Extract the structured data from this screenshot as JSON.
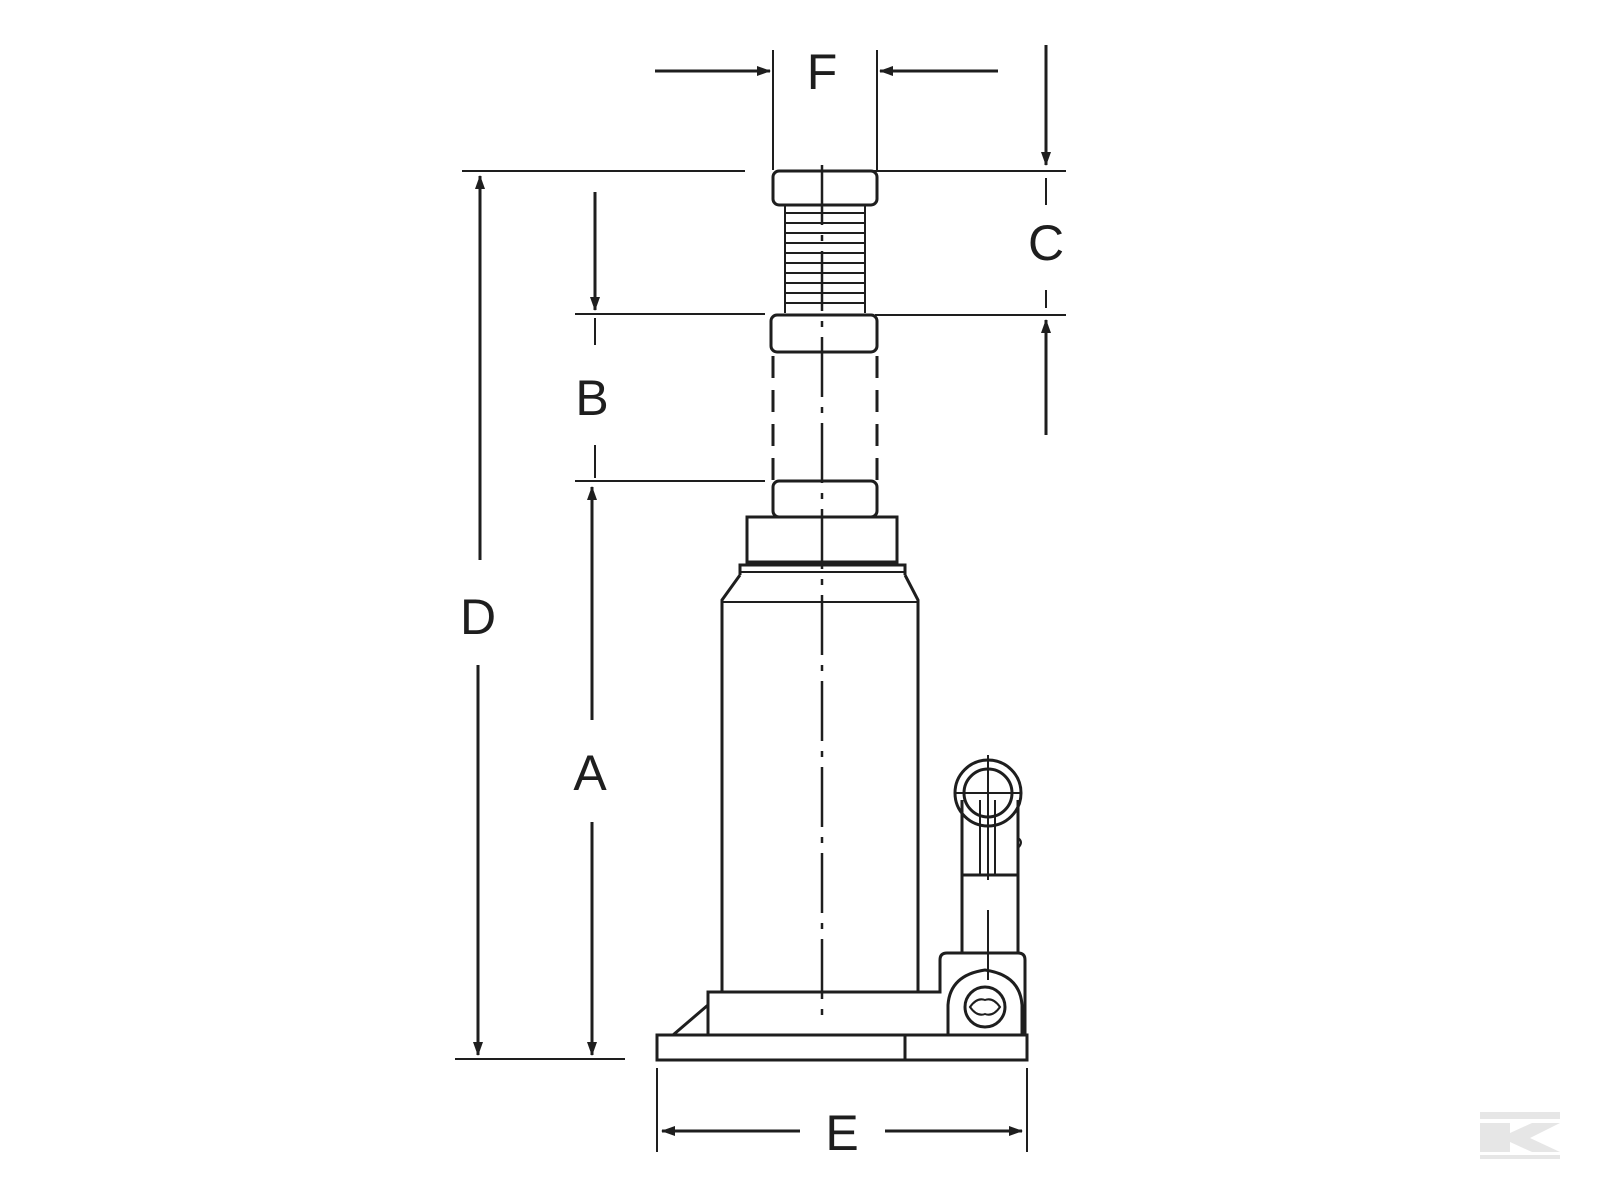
{
  "diagram": {
    "subject": "bottle-jack-dimensions",
    "labels": {
      "A": "A",
      "B": "B",
      "C": "C",
      "D": "D",
      "E": "E",
      "F": "F"
    },
    "watermark": "K",
    "colors": {
      "line": "#1e1e1e",
      "watermark": "#e6e6e6",
      "background": "#ffffff"
    }
  }
}
